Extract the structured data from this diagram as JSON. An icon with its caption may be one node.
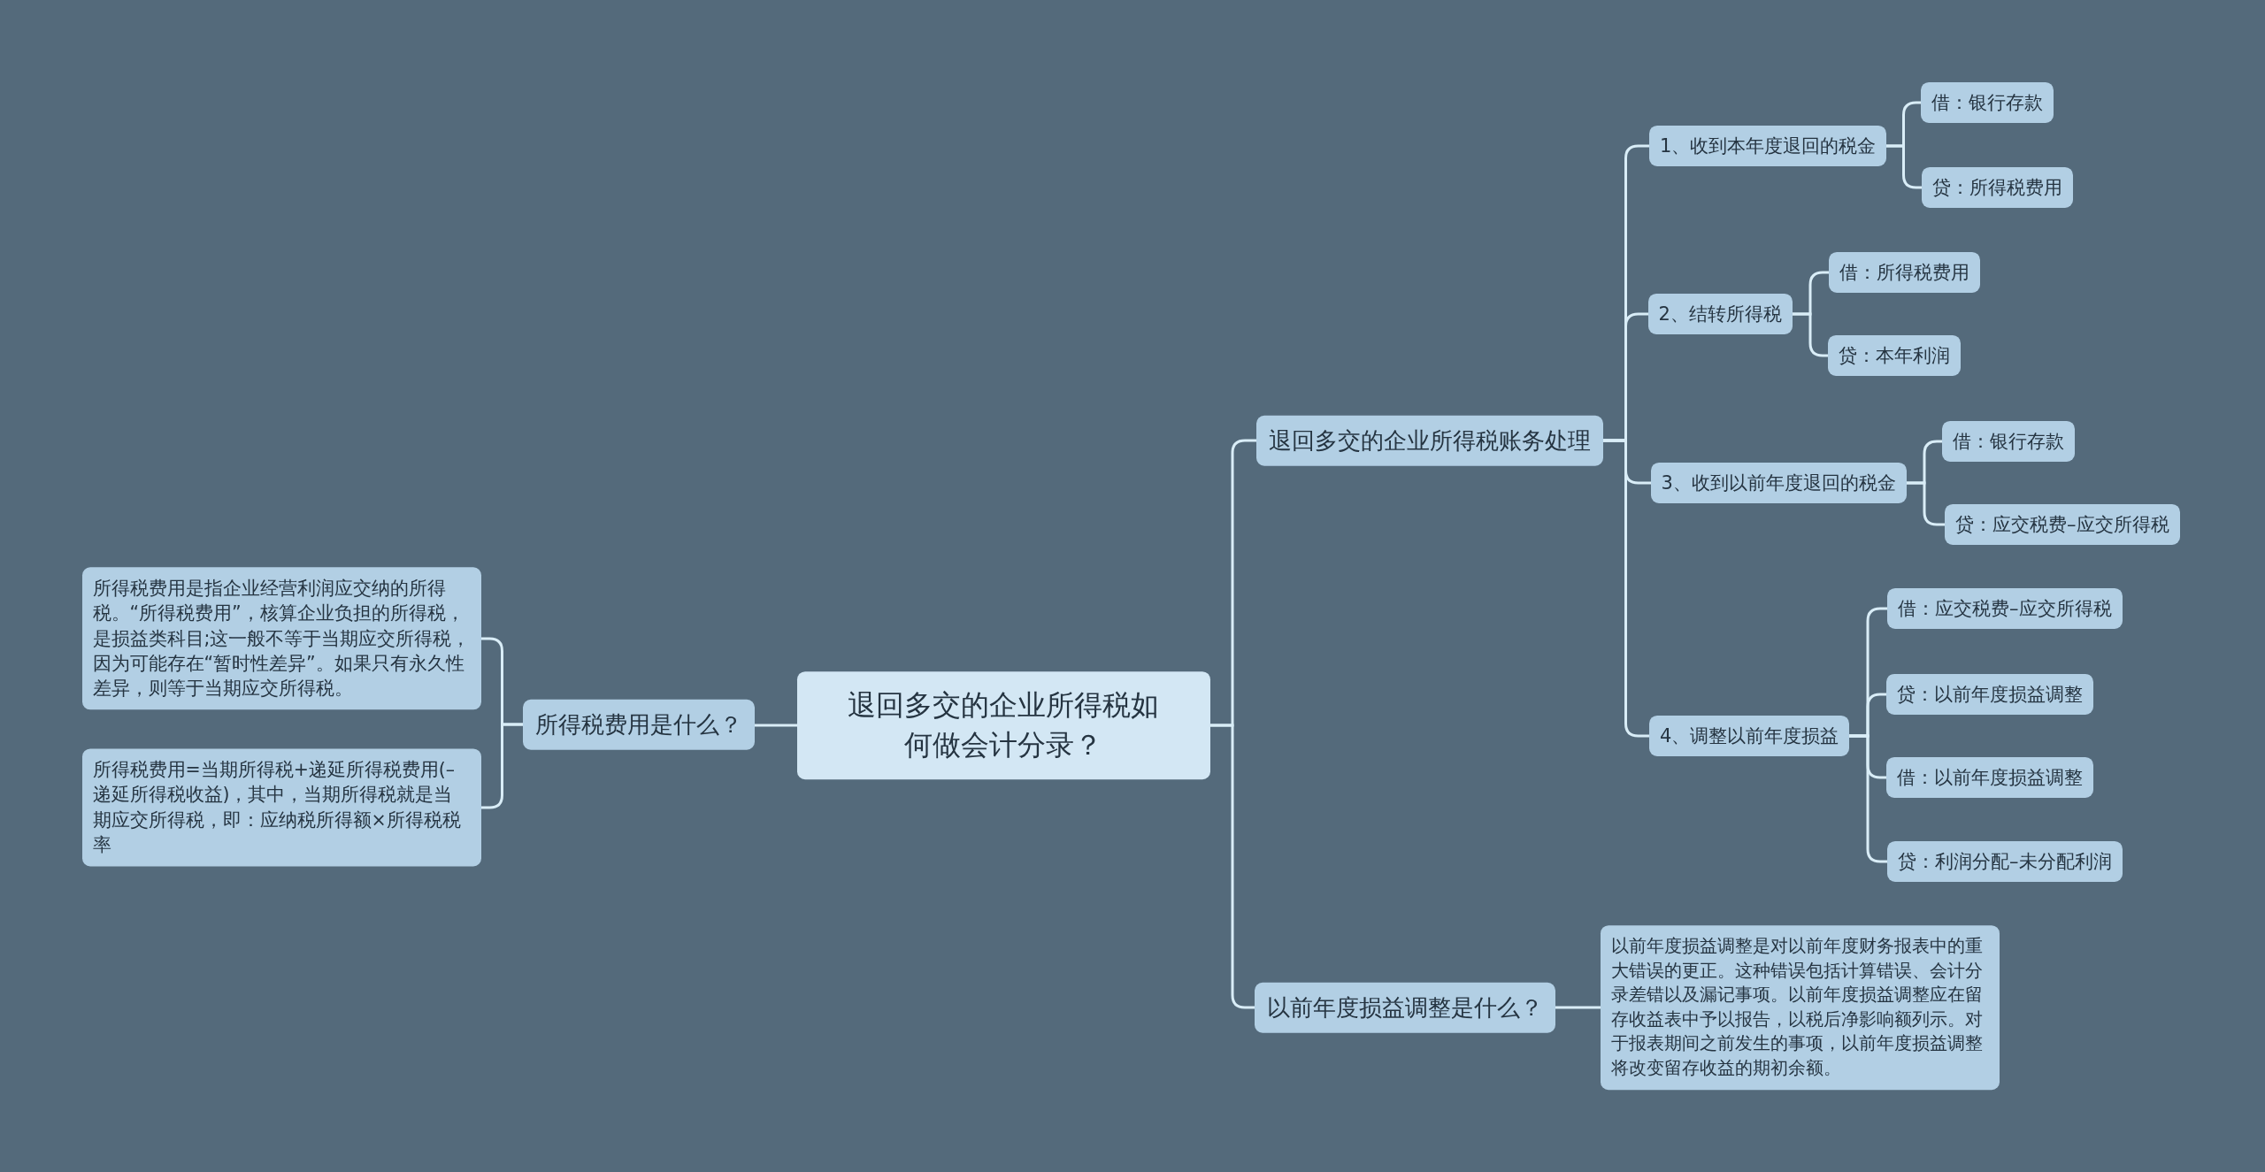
{
  "diagram": {
    "nodes": [
      {
        "text": [
          "退回多交的企业所得税如何做会计分录？"
        ]
      },
      {
        "text": [
          "所得税费用是什么？"
        ]
      },
      {
        "text": [
          "所得税费用是指企业经营利润应交纳的所得税。“所得税费用”，核算企业负担的所得税，是损益类科目;这一般不等于当期应交所得税，因为可能存在“暂时性差异”。如果只有永久性差异，则等于当期应交所得税。"
        ]
      },
      {
        "text": [
          "所得税费用=当期所得税+递延所得税费用(–递延所得税收益)，其中，当期所得税就是当期应交所得税，即：应纳税所得额×所得税税率"
        ]
      },
      {
        "text": [
          "退回多交的企业所得税账务处理"
        ]
      },
      {
        "text": [
          "1、收到本年度退回的税金"
        ]
      },
      {
        "text": [
          "借：银行存款"
        ]
      },
      {
        "text": [
          "贷：所得税费用"
        ]
      },
      {
        "text": [
          "2、结转所得税"
        ]
      },
      {
        "text": [
          "借：所得税费用"
        ]
      },
      {
        "text": [
          "贷：本年利润"
        ]
      },
      {
        "text": [
          "3、收到以前年度退回的税金"
        ]
      },
      {
        "text": [
          "借：银行存款"
        ]
      },
      {
        "text": [
          "贷：应交税费–应交所得税"
        ]
      },
      {
        "text": [
          "4、调整以前年度损益"
        ]
      },
      {
        "text": [
          "借：应交税费–应交所得税"
        ]
      },
      {
        "text": [
          "贷：以前年度损益调整"
        ]
      },
      {
        "text": [
          "借：以前年度损益调整"
        ]
      },
      {
        "text": [
          "贷：利润分配–未分配利润"
        ]
      },
      {
        "text": [
          "以前年度损益调整是什么？"
        ]
      },
      {
        "text": [
          "以前年度损益调整是对以前年度财务报表中的重大错误的更正。这种错误包括计算错误、会计分录差错以及漏记事项。以前年度损益调整应在留存收益表中予以报告，以税后净影响额列示。对于报表期间之前发生的事项，以前年度损益调整将改变留存收益的期初余额。"
        ]
      }
    ],
    "edges": [
      {
        "from": 0,
        "to": 1,
        "arrow": "none"
      },
      {
        "from": 1,
        "to": 2,
        "arrow": "none"
      },
      {
        "from": 1,
        "to": 3,
        "arrow": "none"
      },
      {
        "from": 0,
        "to": 4,
        "arrow": "none"
      },
      {
        "from": 4,
        "to": 5,
        "arrow": "none"
      },
      {
        "from": 5,
        "to": 6,
        "arrow": "none"
      },
      {
        "from": 5,
        "to": 7,
        "arrow": "none"
      },
      {
        "from": 4,
        "to": 8,
        "arrow": "none"
      },
      {
        "from": 8,
        "to": 9,
        "arrow": "none"
      },
      {
        "from": 8,
        "to": 10,
        "arrow": "none"
      },
      {
        "from": 4,
        "to": 11,
        "arrow": "none"
      },
      {
        "from": 11,
        "to": 12,
        "arrow": "none"
      },
      {
        "from": 11,
        "to": 13,
        "arrow": "none"
      },
      {
        "from": 4,
        "to": 14,
        "arrow": "none"
      },
      {
        "from": 14,
        "to": 15,
        "arrow": "none"
      },
      {
        "from": 14,
        "to": 16,
        "arrow": "none"
      },
      {
        "from": 14,
        "to": 17,
        "arrow": "none"
      },
      {
        "from": 14,
        "to": 18,
        "arrow": "none"
      },
      {
        "from": 0,
        "to": 19,
        "arrow": "none"
      },
      {
        "from": 19,
        "to": 20,
        "arrow": "none"
      }
    ]
  }
}
